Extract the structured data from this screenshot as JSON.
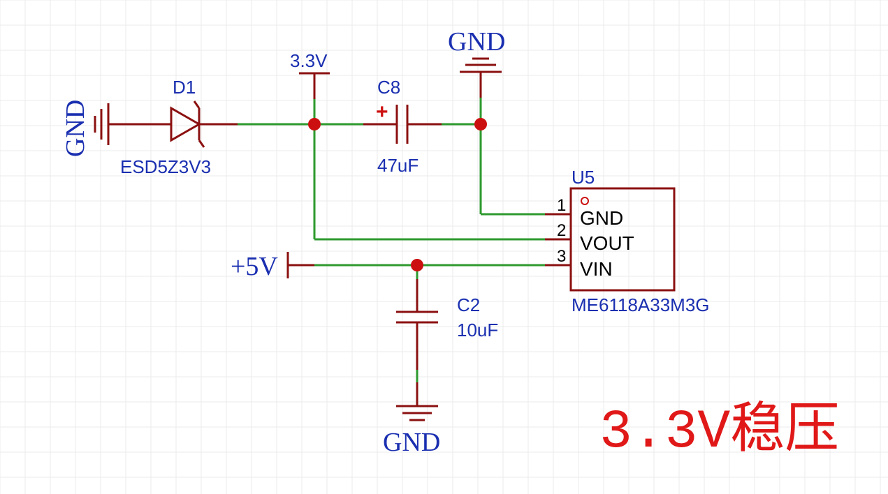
{
  "title": "3.3V稳压",
  "net_labels": {
    "gnd_left": "GND",
    "gnd_top": "GND",
    "gnd_bottom": "GND",
    "v33": "3.3V",
    "v5": "+5V"
  },
  "components": {
    "d1": {
      "ref": "D1",
      "value": "ESD5Z3V3"
    },
    "c8": {
      "ref": "C8",
      "value": "47uF",
      "polarity": "+"
    },
    "c2": {
      "ref": "C2",
      "value": "10uF"
    },
    "u5": {
      "ref": "U5",
      "part": "ME6118A33M3G",
      "pins": [
        {
          "num": "1",
          "name": "GND"
        },
        {
          "num": "2",
          "name": "VOUT"
        },
        {
          "num": "3",
          "name": "VIN"
        }
      ]
    }
  },
  "colors": {
    "wire": "#2e9a2e",
    "component": "#8b1010",
    "junction": "#cc1010",
    "label": "#1a2fb0",
    "title": "#e01818"
  }
}
